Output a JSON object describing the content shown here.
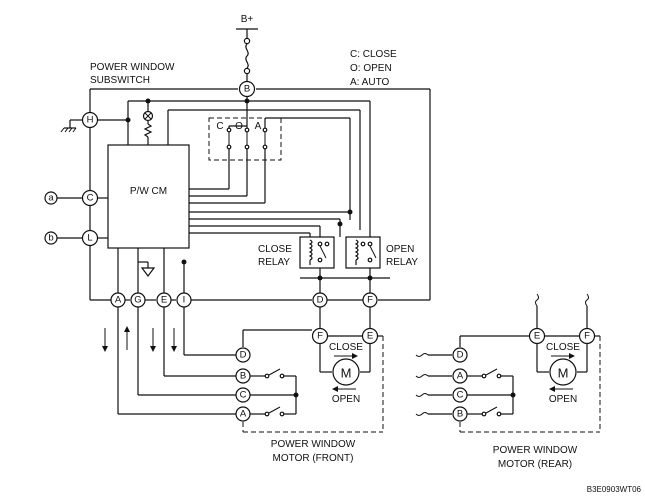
{
  "supply_label": "B+",
  "legend": {
    "close": "C: CLOSE",
    "open": "O: OPEN",
    "auto": "A: AUTO"
  },
  "subswitch_label": [
    "POWER WINDOW",
    "SUBSWITCH"
  ],
  "pwcm_label": "P/W CM",
  "close_relay_label": [
    "CLOSE",
    "RELAY"
  ],
  "open_relay_label": [
    "OPEN",
    "RELAY"
  ],
  "switch_contact_labels": [
    "C",
    "O",
    "A"
  ],
  "subswitch_terminals": [
    "B",
    "H",
    "C",
    "L",
    "A",
    "G",
    "E",
    "I",
    "D",
    "F"
  ],
  "external_inputs": [
    "a",
    "b"
  ],
  "front_motor": {
    "terminals": [
      "F",
      "E",
      "D",
      "B",
      "C",
      "A"
    ],
    "close_label": "CLOSE",
    "open_label": "OPEN",
    "motor_symbol": "M",
    "caption": [
      "POWER WINDOW",
      "MOTOR (FRONT)"
    ]
  },
  "rear_motor": {
    "terminals": [
      "E",
      "F",
      "D",
      "A",
      "C",
      "B"
    ],
    "close_label": "CLOSE",
    "open_label": "OPEN",
    "motor_symbol": "M",
    "caption": [
      "POWER WINDOW",
      "MOTOR (REAR)"
    ]
  },
  "figure_code": "B3E0903WT06"
}
